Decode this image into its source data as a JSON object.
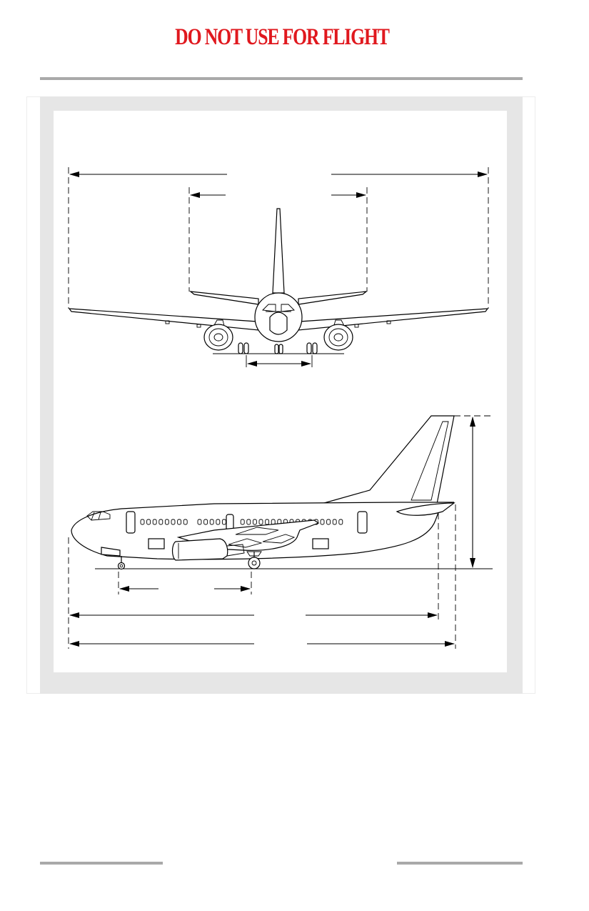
{
  "page": {
    "warning_text": "DO NOT USE FOR FLIGHT",
    "warning_color": "#e0181e",
    "rule_color": "#a9a9a9",
    "panel_color": "#e6e6e6"
  },
  "figure": {
    "views": [
      "front-view",
      "side-view"
    ],
    "dimension_labels": []
  }
}
